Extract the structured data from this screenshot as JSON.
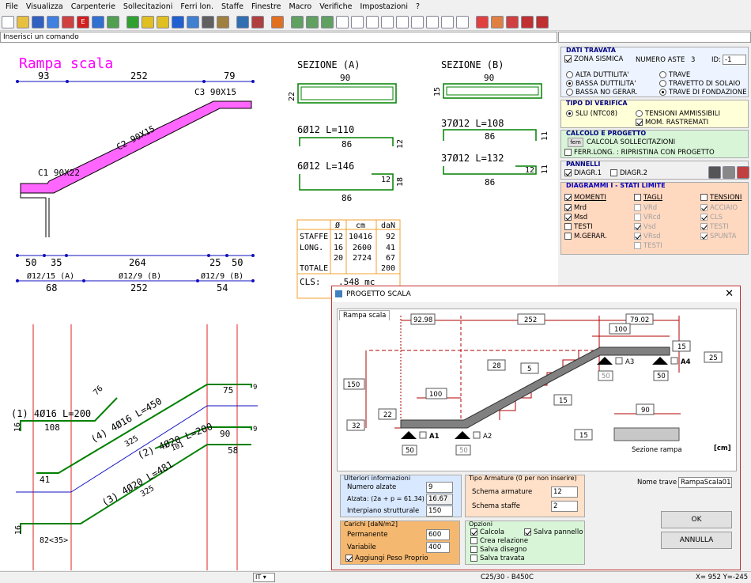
{
  "menu": [
    "File",
    "Visualizza",
    "Carpenterie",
    "Sollecitazioni",
    "Ferri lon.",
    "Staffe",
    "Finestre",
    "Macro",
    "Verifiche",
    "Impostazioni",
    "?"
  ],
  "command_prompt": "Inserisci un comando",
  "drawing": {
    "title": "Rampa scala",
    "top_dims": [
      "93",
      "252",
      "79"
    ],
    "bottom_dims": [
      "50",
      "35",
      "264",
      "25",
      "50"
    ],
    "stirrup_labels": [
      "Ø12/15 (A)",
      "Ø12/9 (B)",
      "Ø12/9 (B)"
    ],
    "stirrup_dims": [
      "68",
      "252",
      "54"
    ],
    "beam_labels": [
      "C1 90X22",
      "C2 90X15",
      "C3 90X15"
    ],
    "sezione_a": {
      "title": "SEZIONE (A)",
      "width": "90",
      "height": "22"
    },
    "sezione_b": {
      "title": "SEZIONE (B)",
      "width": "90",
      "height": "15"
    },
    "bars_a": [
      {
        "label": "6Ø12 L=110",
        "len": "86",
        "side": "12"
      },
      {
        "label": "6Ø12 L=146",
        "len": "86",
        "side": "12",
        "side2": "18"
      }
    ],
    "bars_b": [
      {
        "label": "37Ø12 L=108",
        "len": "86",
        "side": "11"
      },
      {
        "label": "37Ø12 L=132",
        "len": "86",
        "side": "12",
        "side2": "11"
      }
    ],
    "table": {
      "headers": [
        "",
        "Ø",
        "cm",
        "daN"
      ],
      "rows": [
        [
          "STAFFE",
          "12",
          "10416",
          "92"
        ],
        [
          "LONG.",
          "16",
          "2600",
          "41"
        ],
        [
          "",
          "20",
          "2724",
          "67"
        ],
        [
          "TOTALE",
          "",
          "",
          "200"
        ]
      ],
      "cls_label": "CLS:",
      "cls_value": ".548 mc"
    },
    "long_bars": [
      {
        "label": "(1) 4Ø16 L=200",
        "dims": [
          "16",
          "108",
          "76"
        ]
      },
      {
        "label": "(4) 4Ø16 L=450",
        "dims": [
          "41",
          "325",
          "75",
          "9"
        ]
      },
      {
        "label": "(2) 4Ø20 L=200",
        "dims": [
          "101",
          "90",
          "9"
        ]
      },
      {
        "label": "(3) 4Ø20 L=481",
        "dims": [
          "16",
          "82<35>",
          "325",
          "58"
        ]
      }
    ]
  },
  "panel": {
    "dati_travata": {
      "title": "DATI TRAVATA",
      "zona_sismica": "ZONA SISMICA",
      "numero_aste_label": "NUMERO ASTE",
      "numero_aste": "3",
      "id_label": "ID:",
      "id_value": "-1",
      "radios_left": [
        "ALTA DUTTILITA'",
        "BASSA DUTTILITA'",
        "BASSA NO GERAR."
      ],
      "radios_right": [
        "TRAVE",
        "TRAVETTO DI SOLAIO",
        "TRAVE DI FONDAZIONE"
      ]
    },
    "tipo_verifica": {
      "title": "TIPO DI VERIFICA",
      "slu": "SLU (NTC08)",
      "tensioni": "TENSIONI AMMISSIBILI",
      "mom": "MOM. RASTREMATI"
    },
    "calcolo": {
      "title": "CALCOLO E PROGETTO",
      "fem": "fem",
      "calcola": "CALCOLA SOLLECITAZIONI",
      "ferr": "FERR.LONG. : RIPRISTINA CON PROGETTO"
    },
    "pannelli": {
      "title": "PANNELLI",
      "d1": "DIAGR.1",
      "d2": "DIAGR.2"
    },
    "diagrammi": {
      "title": "DIAGRAMMI I - STATI LIMITE",
      "col1": [
        "MOMENTI",
        "Mrd",
        "Msd",
        "TESTI",
        "M.GERAR."
      ],
      "col2": [
        "TAGLI",
        "VRd",
        "VRcd",
        "Vsd",
        "VRsd",
        "TESTI"
      ],
      "col3": [
        "TENSIONI",
        "ACCIAIO",
        "CLS",
        "TESTI",
        "SPUNTA"
      ]
    }
  },
  "dialog": {
    "title": "PROGETTO SCALA",
    "tab": "Rampa scala",
    "dims": {
      "d1": "92.98",
      "d2": "252",
      "d3": "79.02",
      "d4": "100",
      "d5": "15",
      "d6": "25",
      "d7": "28",
      "d8": "5",
      "d9": "150",
      "d10": "100",
      "d11": "22",
      "d12": "32",
      "d13": "15",
      "d14": "90",
      "d15": "15",
      "s1": "50",
      "s2": "50",
      "s3": "50",
      "s4": "50"
    },
    "supports": [
      "A1",
      "A2",
      "A3",
      "A4"
    ],
    "unit": "[cm]",
    "section_label": "Sezione rampa",
    "ulteriori": {
      "title": "Ulteriori informazioni",
      "numero_alzate_label": "Numero alzate",
      "numero_alzate": "9",
      "alzata_label": "Alzata: (2a + p = 61.34)",
      "alzata": "16.67",
      "interpiano_label": "Interpiano strutturale",
      "interpiano": "150"
    },
    "tipo_armature": {
      "title": "Tipo Armature (0 per non inserire)",
      "schema_armature_label": "Schema armature",
      "schema_armature": "12",
      "schema_staffe_label": "Schema staffe",
      "schema_staffe": "2"
    },
    "nome_trave_label": "Nome trave :",
    "nome_trave": "RampaScala01",
    "carichi": {
      "title": "Carichi [daN/m2]",
      "permanente_label": "Permanente",
      "permanente": "600",
      "variabile_label": "Variabile",
      "variabile": "400",
      "peso": "Aggiungi Peso Proprio"
    },
    "opzioni": {
      "title": "Opzioni",
      "calcola": "Calcola",
      "salva_pannello": "Salva pannello",
      "crea": "Crea relazione",
      "salva_disegno": "Salva disegno",
      "salva_travata": "Salva travata"
    },
    "ok": "OK",
    "annulla": "ANNULLA"
  },
  "status": {
    "lang": "IT",
    "material": "C25/30 - B450C",
    "coords": "X= 952 Y=-245"
  },
  "colors": {
    "accent_magenta": "#ff00ff",
    "dim_blue": "#1010c0",
    "bar_green": "#008000",
    "grid_red": "#e02020"
  }
}
